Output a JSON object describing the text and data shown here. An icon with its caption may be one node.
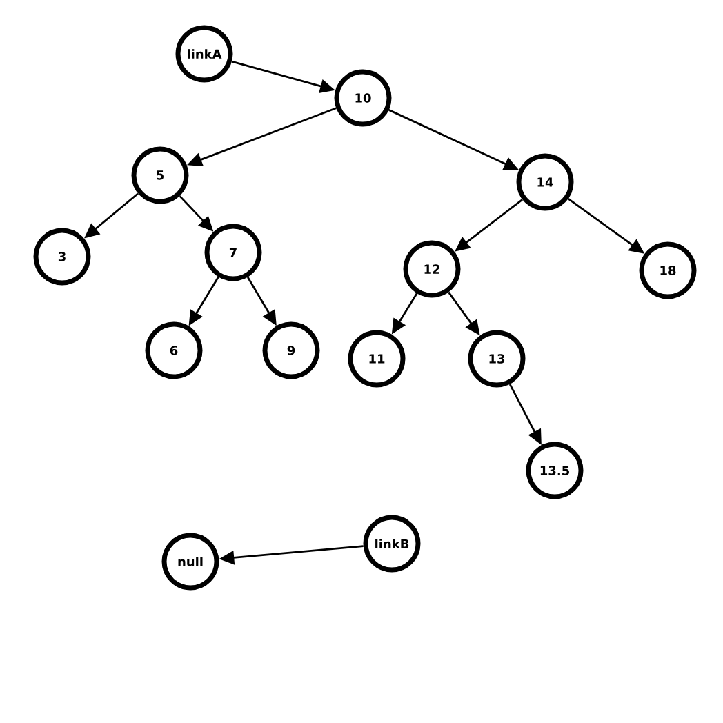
{
  "diagram": {
    "nodes": [
      {
        "text": [
          "linkA"
        ]
      },
      {
        "text": [
          "10"
        ]
      },
      {
        "text": [
          "5"
        ]
      },
      {
        "text": [
          "14"
        ]
      },
      {
        "text": [
          "3"
        ]
      },
      {
        "text": [
          "7"
        ]
      },
      {
        "text": [
          "12"
        ]
      },
      {
        "text": [
          "18"
        ]
      },
      {
        "text": [
          "6"
        ]
      },
      {
        "text": [
          "9"
        ]
      },
      {
        "text": [
          "11"
        ]
      },
      {
        "text": [
          "13"
        ]
      },
      {
        "text": [
          "13.5"
        ]
      },
      {
        "text": [
          "null"
        ]
      },
      {
        "text": [
          "linkB"
        ]
      }
    ],
    "edges": [
      {
        "from": 0,
        "to": 1,
        "arrow": "to"
      },
      {
        "from": 1,
        "to": 2,
        "arrow": "to"
      },
      {
        "from": 1,
        "to": 3,
        "arrow": "to"
      },
      {
        "from": 2,
        "to": 4,
        "arrow": "to"
      },
      {
        "from": 2,
        "to": 5,
        "arrow": "to"
      },
      {
        "from": 3,
        "to": 6,
        "arrow": "to"
      },
      {
        "from": 3,
        "to": 7,
        "arrow": "to"
      },
      {
        "from": 5,
        "to": 8,
        "arrow": "to"
      },
      {
        "from": 5,
        "to": 9,
        "arrow": "to"
      },
      {
        "from": 6,
        "to": 10,
        "arrow": "to"
      },
      {
        "from": 6,
        "to": 11,
        "arrow": "to"
      },
      {
        "from": 11,
        "to": 12,
        "arrow": "to"
      },
      {
        "from": 14,
        "to": 13,
        "arrow": "to"
      }
    ]
  }
}
